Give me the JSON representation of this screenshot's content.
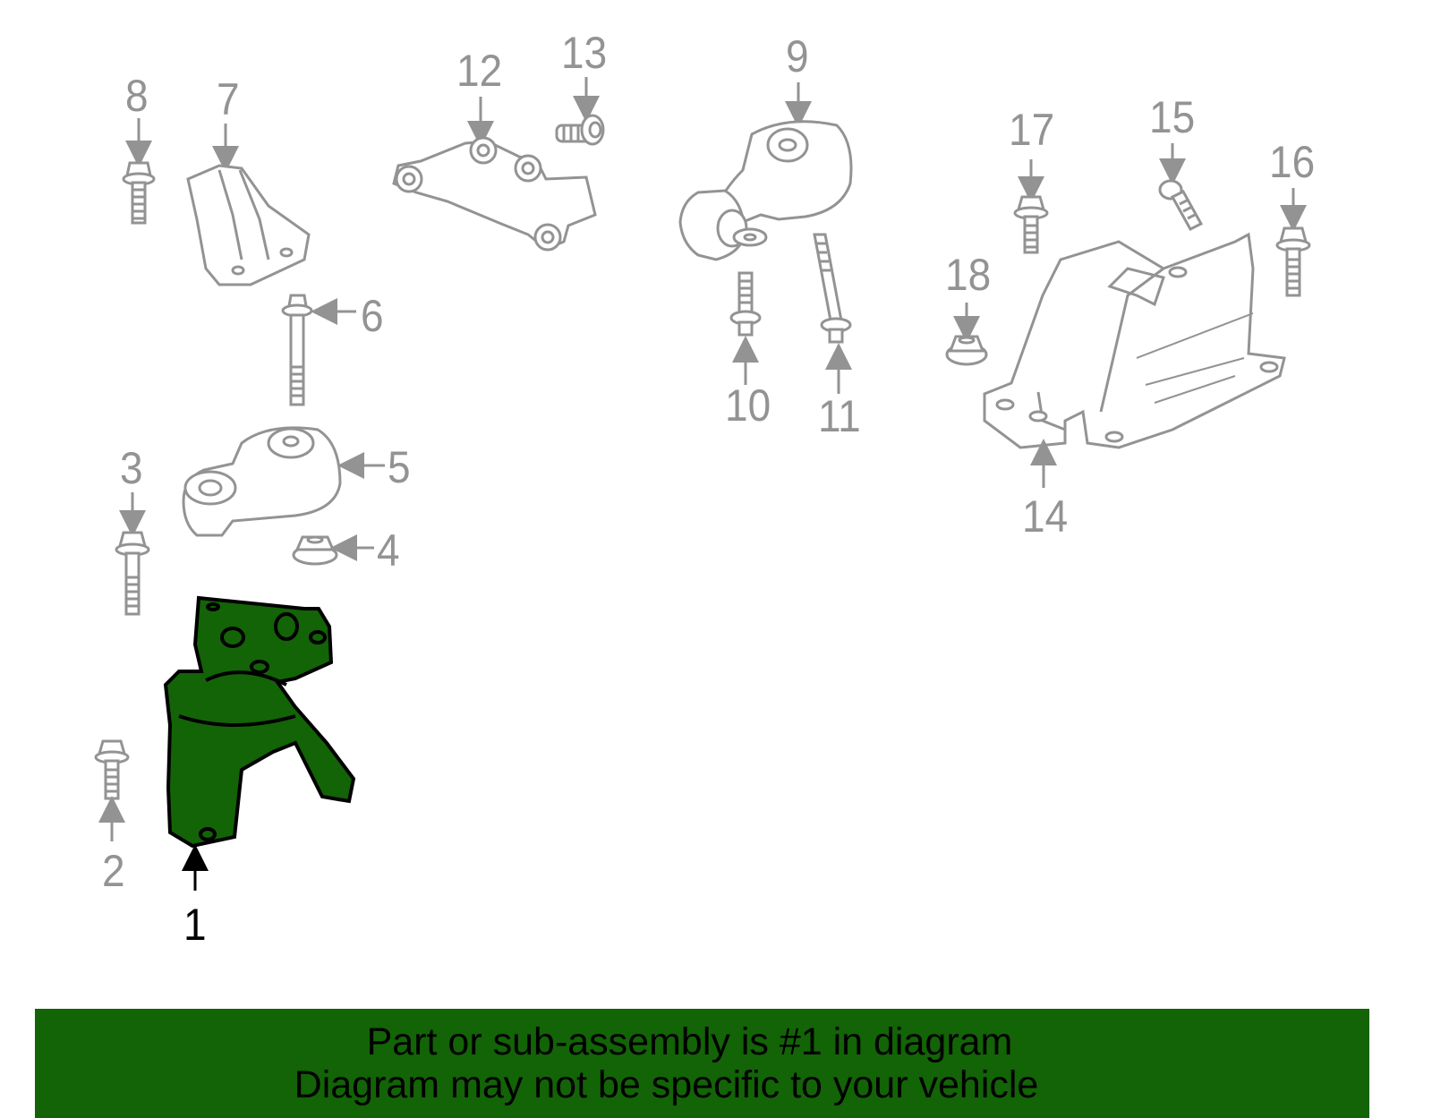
{
  "diagram": {
    "title": "Engine & transmission mount parts diagram",
    "highlighted_part": "1",
    "colors": {
      "highlight_fill": "#136307",
      "highlight_stroke": "#000000",
      "part_stroke": "#939393",
      "label_gray": "#939393",
      "label_active": "#000000",
      "banner_bg": "#136307"
    },
    "callouts": [
      {
        "id": "1",
        "label": "1"
      },
      {
        "id": "2",
        "label": "2"
      },
      {
        "id": "3",
        "label": "3"
      },
      {
        "id": "4",
        "label": "4"
      },
      {
        "id": "5",
        "label": "5"
      },
      {
        "id": "6",
        "label": "6"
      },
      {
        "id": "7",
        "label": "7"
      },
      {
        "id": "8",
        "label": "8"
      },
      {
        "id": "9",
        "label": "9"
      },
      {
        "id": "10",
        "label": "10"
      },
      {
        "id": "11",
        "label": "11"
      },
      {
        "id": "12",
        "label": "12"
      },
      {
        "id": "13",
        "label": "13"
      },
      {
        "id": "14",
        "label": "14"
      },
      {
        "id": "15",
        "label": "15"
      },
      {
        "id": "16",
        "label": "16"
      },
      {
        "id": "17",
        "label": "17"
      },
      {
        "id": "18",
        "label": "18"
      }
    ]
  },
  "banner": {
    "line1": "Part or sub-assembly is #1 in diagram",
    "line2": "Diagram may not be specific to your vehicle"
  }
}
